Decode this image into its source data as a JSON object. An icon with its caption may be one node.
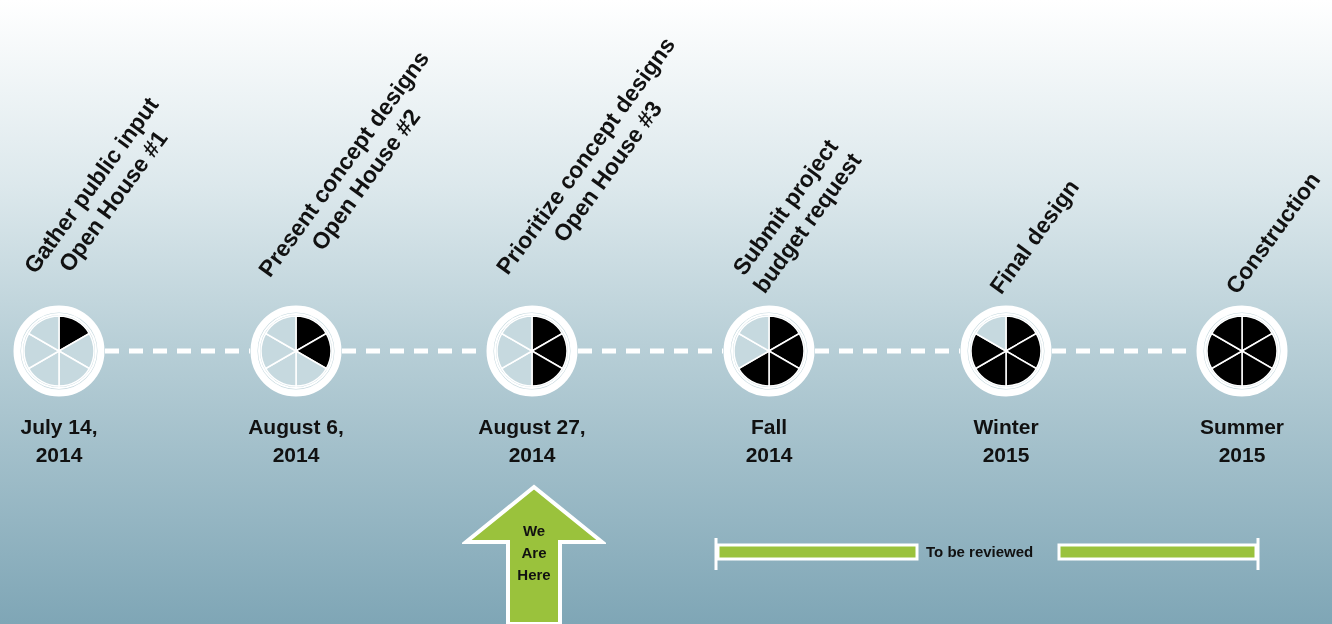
{
  "diagram": {
    "nodes": [
      {
        "text": [
          "Gather public input Open House #1",
          "July 14, 2014"
        ]
      },
      {
        "text": [
          "Present concept designs Open House #2",
          "August 6, 2014"
        ]
      },
      {
        "text": [
          "Prioritize concept designs Open House #3",
          "August 27, 2014"
        ]
      },
      {
        "text": [
          "Submit project budget request",
          "Fall 2014"
        ]
      },
      {
        "text": [
          "Final design",
          "Winter 2015"
        ]
      },
      {
        "text": [
          "Construction",
          "Summer 2015"
        ]
      },
      {
        "text": [
          "We Are Here"
        ]
      }
    ],
    "edges": [
      {
        "from": 0,
        "to": 1,
        "arrow": "none",
        "style": "dashed"
      },
      {
        "from": 1,
        "to": 2,
        "arrow": "none",
        "style": "dashed"
      },
      {
        "from": 2,
        "to": 3,
        "arrow": "none",
        "style": "dashed"
      },
      {
        "from": 3,
        "to": 4,
        "arrow": "none",
        "style": "dashed"
      },
      {
        "from": 4,
        "to": 5,
        "arrow": "none",
        "style": "dashed"
      }
    ],
    "labels": [
      "To be reviewed"
    ]
  }
}
